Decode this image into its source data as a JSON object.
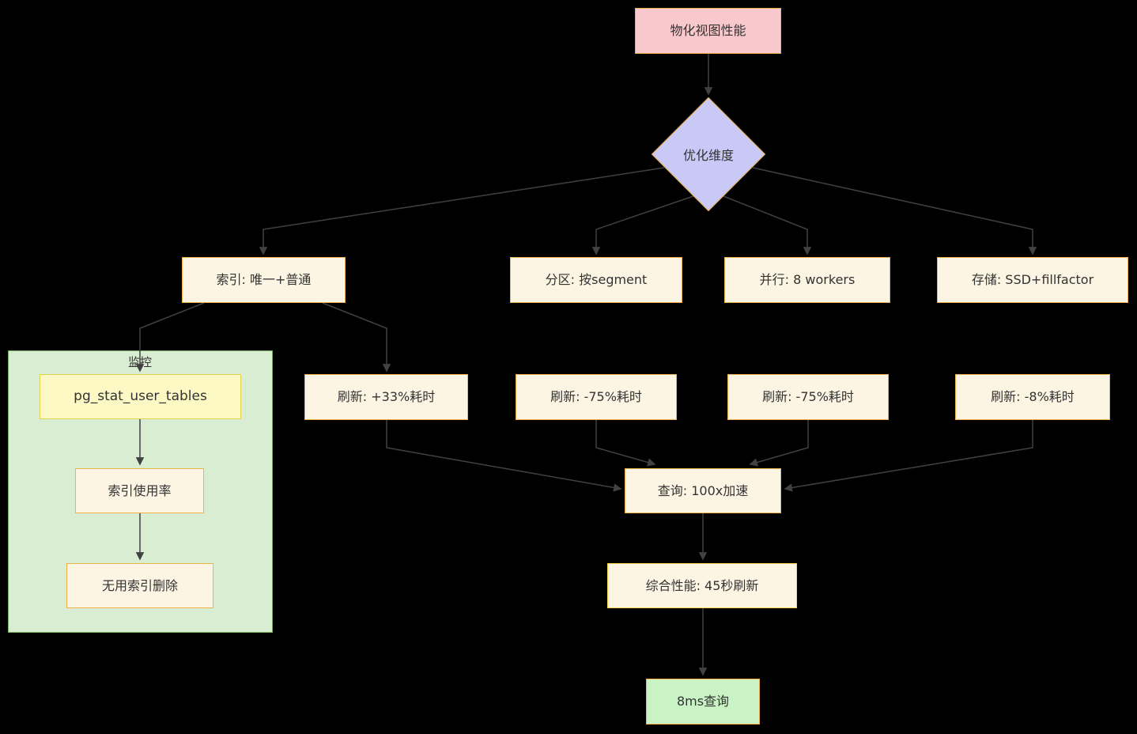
{
  "diagram": {
    "background_color": "#000000",
    "edge_color": "#414141",
    "default_node_fill": "#fdf5e3",
    "default_node_border": "#f0b14b",
    "root": {
      "label": "物化视图性能",
      "fill": "#f9c8cd"
    },
    "decision": {
      "label": "优化维度",
      "fill": "#c9c9f7"
    },
    "branches": [
      {
        "label": "索引: 唯一+普通"
      },
      {
        "label": "分区: 按segment"
      },
      {
        "label": "并行: 8 workers"
      },
      {
        "label": "存储: SSD+fillfactor"
      }
    ],
    "refresh_nodes": [
      {
        "label": "刷新: +33%耗时"
      },
      {
        "label": "刷新: -75%耗时"
      },
      {
        "label": "刷新: -75%耗时"
      },
      {
        "label": "刷新: -8%耗时"
      }
    ],
    "monitoring": {
      "label": "监控",
      "fill": "#d8edd2",
      "border": "#74a85c",
      "nodes": [
        {
          "label": "pg_stat_user_tables",
          "fill": "#fdf9c4"
        },
        {
          "label": "索引使用率"
        },
        {
          "label": "无用索引删除"
        }
      ]
    },
    "query_node": {
      "label": "查询: 100x加速"
    },
    "summary_node": {
      "label": "综合性能: 45秒刷新"
    },
    "result_node": {
      "label": "8ms查询",
      "fill": "#c9f2c5"
    }
  }
}
